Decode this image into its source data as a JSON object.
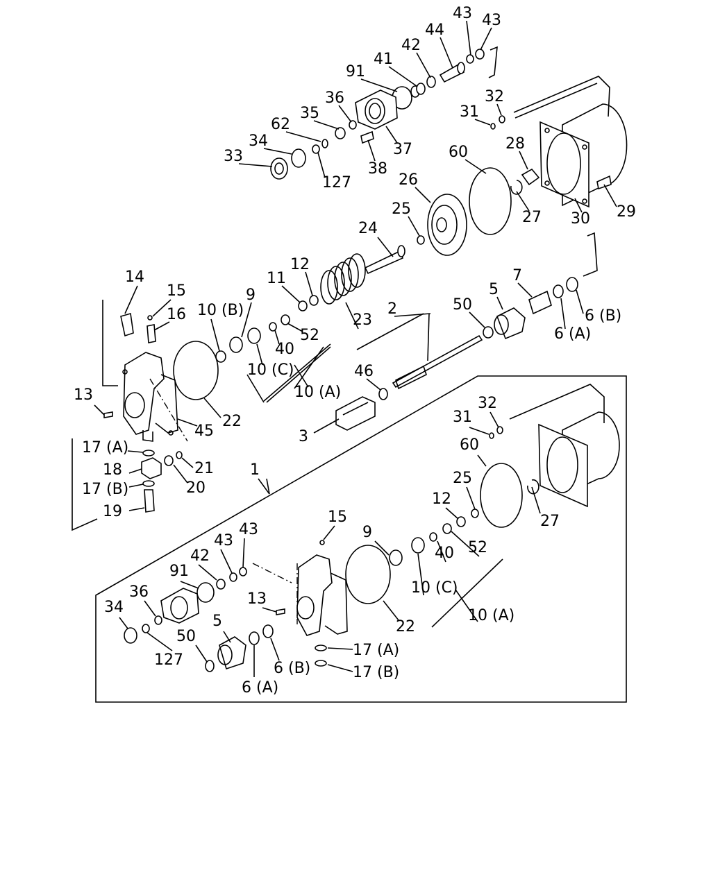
{
  "diagram": {
    "labels": [
      {
        "id": "l43a",
        "text": "43"
      },
      {
        "id": "l43b",
        "text": "43"
      },
      {
        "id": "l44",
        "text": "44"
      },
      {
        "id": "l42",
        "text": "42"
      },
      {
        "id": "l41",
        "text": "41"
      },
      {
        "id": "l91",
        "text": "91"
      },
      {
        "id": "l36",
        "text": "36"
      },
      {
        "id": "l35",
        "text": "35"
      },
      {
        "id": "l62",
        "text": "62"
      },
      {
        "id": "l34",
        "text": "34"
      },
      {
        "id": "l33",
        "text": "33"
      },
      {
        "id": "l37",
        "text": "37"
      },
      {
        "id": "l38",
        "text": "38"
      },
      {
        "id": "l127",
        "text": "127"
      },
      {
        "id": "l32",
        "text": "32"
      },
      {
        "id": "l31",
        "text": "31"
      },
      {
        "id": "l28",
        "text": "28"
      },
      {
        "id": "l60",
        "text": "60"
      },
      {
        "id": "l26",
        "text": "26"
      },
      {
        "id": "l25",
        "text": "25"
      },
      {
        "id": "l27",
        "text": "27"
      },
      {
        "id": "l30",
        "text": "30"
      },
      {
        "id": "l29",
        "text": "29"
      },
      {
        "id": "l24",
        "text": "24"
      },
      {
        "id": "l12",
        "text": "12"
      },
      {
        "id": "l11",
        "text": "11"
      },
      {
        "id": "l9",
        "text": "9"
      },
      {
        "id": "l10b",
        "text": "10 (B)"
      },
      {
        "id": "l14",
        "text": "14"
      },
      {
        "id": "l15",
        "text": "15"
      },
      {
        "id": "l16",
        "text": "16"
      },
      {
        "id": "l7",
        "text": "7"
      },
      {
        "id": "l5",
        "text": "5"
      },
      {
        "id": "l50",
        "text": "50"
      },
      {
        "id": "l2",
        "text": "2"
      },
      {
        "id": "l23",
        "text": "23"
      },
      {
        "id": "l52",
        "text": "52"
      },
      {
        "id": "l40",
        "text": "40"
      },
      {
        "id": "l6b",
        "text": "6 (B)"
      },
      {
        "id": "l6a",
        "text": "6 (A)"
      },
      {
        "id": "l10c",
        "text": "10 (C)"
      },
      {
        "id": "l10a",
        "text": "10 (A)"
      },
      {
        "id": "l46",
        "text": "46"
      },
      {
        "id": "l13",
        "text": "13"
      },
      {
        "id": "l22",
        "text": "22"
      },
      {
        "id": "l45",
        "text": "45"
      },
      {
        "id": "l3",
        "text": "3"
      },
      {
        "id": "l17a",
        "text": "17 (A)"
      },
      {
        "id": "l21",
        "text": "21"
      },
      {
        "id": "l18",
        "text": "18"
      },
      {
        "id": "l20",
        "text": "20"
      },
      {
        "id": "l17b",
        "text": "17 (B)"
      },
      {
        "id": "l19",
        "text": "19"
      },
      {
        "id": "l1",
        "text": "1"
      },
      {
        "id": "b32",
        "text": "32"
      },
      {
        "id": "b31",
        "text": "31"
      },
      {
        "id": "b60",
        "text": "60"
      },
      {
        "id": "b25",
        "text": "25"
      },
      {
        "id": "b12",
        "text": "12"
      },
      {
        "id": "b15",
        "text": "15"
      },
      {
        "id": "b9",
        "text": "9"
      },
      {
        "id": "b43a",
        "text": "43"
      },
      {
        "id": "b43b",
        "text": "43"
      },
      {
        "id": "b42",
        "text": "42"
      },
      {
        "id": "b91",
        "text": "91"
      },
      {
        "id": "b36",
        "text": "36"
      },
      {
        "id": "b34",
        "text": "34"
      },
      {
        "id": "b13",
        "text": "13"
      },
      {
        "id": "b40",
        "text": "40"
      },
      {
        "id": "b52",
        "text": "52"
      },
      {
        "id": "b27",
        "text": "27"
      },
      {
        "id": "b10c",
        "text": "10 (C)"
      },
      {
        "id": "b10a",
        "text": "10 (A)"
      },
      {
        "id": "b22",
        "text": "22"
      },
      {
        "id": "b5",
        "text": "5"
      },
      {
        "id": "b50",
        "text": "50"
      },
      {
        "id": "b127",
        "text": "127"
      },
      {
        "id": "b17a",
        "text": "17 (A)"
      },
      {
        "id": "b6b",
        "text": "6 (B)"
      },
      {
        "id": "b17b",
        "text": "17 (B)"
      },
      {
        "id": "b6a",
        "text": "6 (A)"
      }
    ]
  }
}
